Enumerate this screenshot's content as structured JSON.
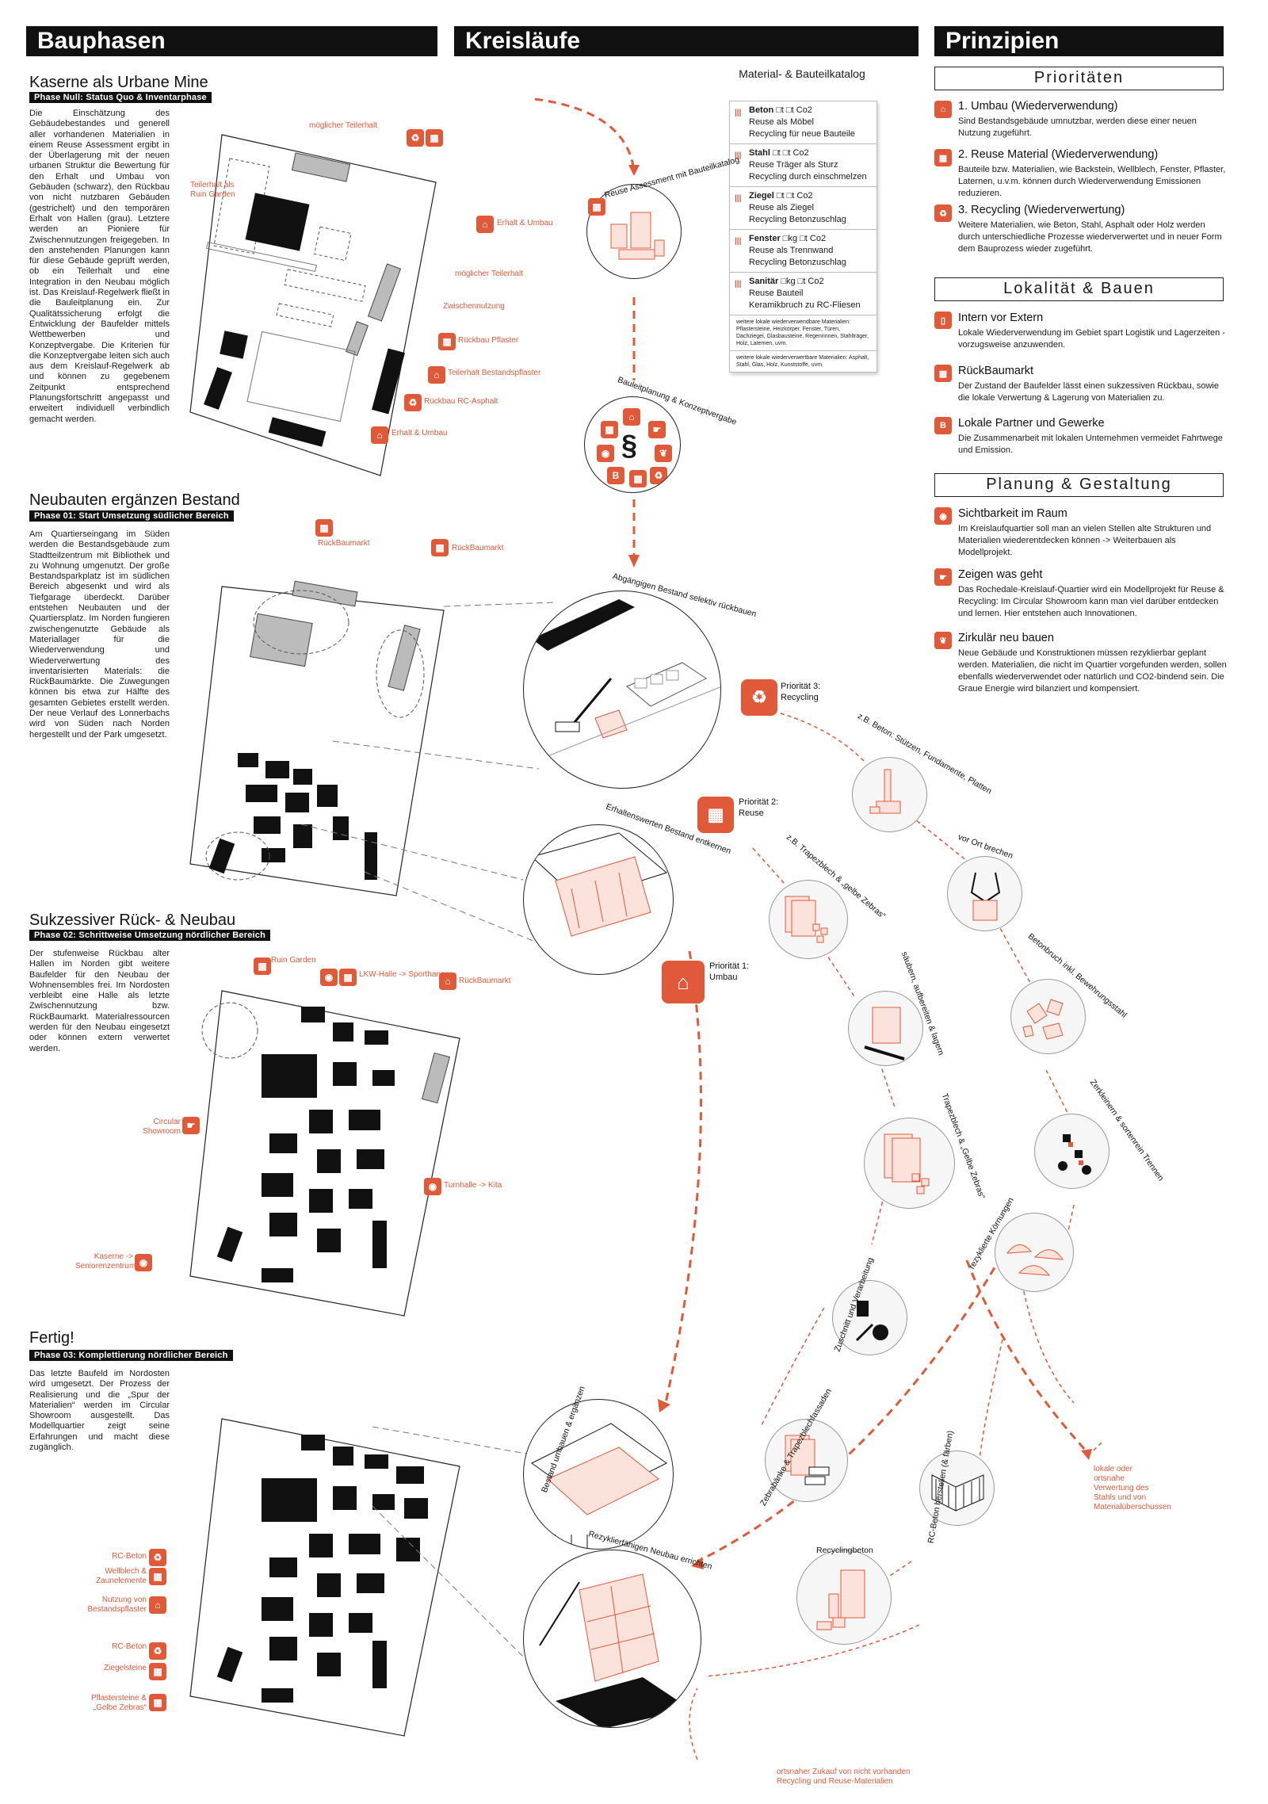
{
  "columns": {
    "bauphasen": "Bauphasen",
    "kreislaeufe": "Kreisläufe",
    "prinzipien": "Prinzipien"
  },
  "phases": [
    {
      "title": "Kaserne als Urbane Mine",
      "tag": "Phase Null: Status Quo & Inventarphase",
      "text": "Die Einschätzung des Gebäudebestandes und generell aller vorhandenen Materialien in einem Reuse Assessment ergibt in der Überlagerung mit der neuen urbanen Struktur die Bewertung für den Erhalt und Umbau von Gebäuden (schwarz), den Rückbau von nicht nutzbaren Gebäuden (gestrichelt) und den temporären Erhalt von Hallen (grau). Letztere werden an Pioniere für Zwischennutzungen freigegeben. In den anstehenden Planungen kann für diese Gebäude geprüft werden, ob ein Teilerhalt und eine Integration in den Neubau möglich ist. Das Kreislauf-Regelwerk fließt in die Bauleitplanung ein. Zur Qualitätssicherung erfolgt die Entwicklung der Baufelder mittels Wettbewerben und Konzeptvergabe. Die Kriterien für die Konzeptvergabe leiten sich auch aus dem Kreislauf-Regelwerk ab und können zu gegebenem Zeitpunkt entsprechend Planungsfortschritt angepasst und erweitert individuell verbindlich gemacht werden.",
      "labels": [
        "möglicher Teilerhalt",
        "Teilerhalt als Ruin Garden",
        "Erhalt & Umbau",
        "möglicher Teilerhalt",
        "Zwischennutzung",
        "Rückbau Pflaster",
        "Teilerhalt Bestandspflaster",
        "Rückbau RC-Asphalt",
        "Erhalt & Umbau"
      ]
    },
    {
      "title": "Neubauten ergänzen Bestand",
      "tag": "Phase 01: Start Umsetzung südlicher Bereich",
      "text": "Am Quartierseingang im Süden werden die Bestandsgebäude zum Stadtteilzentrum mit Bibliothek und zu Wohnung umgenutzt. Der große Bestandsparkplatz ist im südlichen Bereich abgesenkt und wird als Tiefgarage überdeckt. Darüber entstehen Neubauten und der Quartiersplatz. Im Norden fungieren zwischengenutzte Gebäude als Materiallager für die Wiederverwendung und Wiederverwertung des inventarisierten Materials: die RückBaumärkte. Die Zuwegungen können bis etwa zur Hälfte des gesamten Gebietes erstellt werden. Der neue Verlauf des Lonnerbachs wird von Süden nach Norden hergestellt und der Park umgesetzt.",
      "labels": [
        "RückBaumarkt",
        "RückBaumarkt"
      ]
    },
    {
      "title": "Sukzessiver Rück- & Neubau",
      "tag": "Phase 02: Schrittweise Umsetzung nördlicher Bereich",
      "text": "Der stufenweise Rückbau alter Hallen im Norden gibt weitere Baufelder für den Neubau der Wohnensembles frei. Im Nordosten verbleibt eine Halle als letzte Zwischennutzung bzw. RückBaumarkt. Materialressourcen werden für den Neubau eingesetzt oder können extern verwertet werden.",
      "labels": [
        "Ruin Garden",
        "LKW-Halle -> Sporthangar",
        "RückBaumarkt",
        "Circular Showroom",
        "Turnhalle -> Kita",
        "Kaserne -> Seniorenzentrum"
      ]
    },
    {
      "title": "Fertig!",
      "tag": "Phase 03: Komplettierung nördlicher Bereich",
      "text": "Das letzte Baufeld im Nordosten wird umgesetzt. Der Prozess der Realisierung und die „Spur der Materialien“ werden im Circular Showroom ausgestellt. Das Modellquartier zeigt seine Erfahrungen und macht diese zugänglich.",
      "labels": [
        "RC-Beton",
        "Wellblech & Zaunelemente",
        "Nutzung von Bestandspflaster",
        "RC-Beton",
        "Ziegelsteine",
        "Pflastersteine & „Gelbe Zebras“"
      ]
    }
  ],
  "catalog": {
    "title": "Material- & Bauteilkatalog",
    "entries": [
      {
        "name": "Beton",
        "unit": "t  □t Co2",
        "lines": [
          "Reuse als Möbel",
          "Recycling für neue Bauteile"
        ]
      },
      {
        "name": "Stahl",
        "unit": "t  □t Co2",
        "lines": [
          "Reuse Träger als Sturz",
          "Recycling durch einschmelzen"
        ]
      },
      {
        "name": "Ziegel",
        "unit": "t  □t Co2",
        "lines": [
          "Reuse als Ziegel",
          "Recycling Betonzuschlag"
        ]
      },
      {
        "name": "Fenster",
        "unit": "kg  □t Co2",
        "lines": [
          "Reuse als Trennwand",
          "Recycling Betonzuschlag"
        ]
      },
      {
        "name": "Sanitär",
        "unit": "kg  □t Co2",
        "lines": [
          "Reuse Bauteil",
          "Keramikbruch zu RC-Fliesen"
        ]
      }
    ],
    "reuse_note": "weitere lokale wiederverwendbare Materialien: Pflastersteine, Heizkörper, Fenster, Türen, Dachziegel, Glasbausteine, Regenrinnen, Stahlträger, Holz, Latemen, uvm.",
    "recycle_note": "weitere lokale wiederverwertbare Materialien: Asphalt, Stahl, Glas, Holz, Kunststoffe, uvm."
  },
  "cycle": {
    "circle_labels": [
      "Reuse Assessment mit Bauteilkatalog",
      "Bauleitplanung & Konzeptvergabe",
      "Abgängigen Bestand selektiv rückbauen",
      "Erhaltenswerten Bestand entkernen",
      "Bestand umbauen & ergänzen",
      "Rezyklierfähigen Neubau errichten"
    ],
    "priorities": [
      {
        "title": "Priorität 3:",
        "sub": "Recycling"
      },
      {
        "title": "Priorität 2:",
        "sub": "Reuse"
      },
      {
        "title": "Priorität 1:",
        "sub": "Umbau"
      }
    ],
    "recycling_steps": [
      "z.B. Beton: Stützen, Fundamente, Platten",
      "vor Ort brechen",
      "Betonbruch inkl. Bewehrungsstahl",
      "Zerkleinern & sortenrein Trennen",
      "rezyklierte Körnungen",
      "RC-Beton herstellen (& färben)",
      "Recyclingbeton"
    ],
    "reuse_steps": [
      "z.B. Trapezblech & „gelbe Zebras“",
      "säubern, aufbereiten & lagern",
      "Trapezblech & „Gelbe Zebras“",
      "Zuschnitt und Verarbeitung",
      "Zebrabänke & Trapezblechfassaden"
    ],
    "notes": {
      "steel": "lokale oder ortsnahe Verwertung des Stahls und von Materialüberschussen",
      "purchase": "ortsnaher Zukauf von nicht vorhanden Recycling und Reuse-Materialien"
    }
  },
  "principles": {
    "sections": [
      {
        "title": "Prioritäten",
        "items": [
          {
            "title": "1. Umbau (Wiederverwendung)",
            "text": "Sind Bestandsgebäude umnutzbar, werden diese einer neuen Nutzung zugeführt."
          },
          {
            "title": "2. Reuse Material (Wiederverwendung)",
            "text": "Bauteile bzw. Materialien, wie Backstein, Wellblech, Fenster, Pflaster, Laternen, u.v.m. können durch Wiederverwendung Emissionen reduzieren."
          },
          {
            "title": "3. Recycling (Wiederverwertung)",
            "text": "Weitere Materialien, wie Beton, Stahl, Asphalt oder Holz werden durch unterschiedliche Prozesse wiederverwertet und in neuer Form dem Bauprozess wieder zugeführt."
          }
        ]
      },
      {
        "title": "Lokalität & Bauen",
        "items": [
          {
            "title": "Intern vor Extern",
            "text": "Lokale Wiederverwendung im Gebiet spart Logistik und Lagerzeiten - vorzugsweise anzuwenden."
          },
          {
            "title": "RückBaumarkt",
            "text": "Der Zustand der Baufelder lässt einen sukzessiven Rückbau, sowie die lokale Verwertung & Lagerung von Materialien zu."
          },
          {
            "title": "Lokale Partner und Gewerke",
            "text": "Die Zusammenarbeit mit lokalen Unternehmen vermeidet Fahrtwege und Emission."
          }
        ]
      },
      {
        "title": "Planung & Gestaltung",
        "items": [
          {
            "title": "Sichtbarkeit im Raum",
            "text": "Im Kreislaufquartier soll man an vielen Stellen alte Strukturen und Materialien wiederentdecken können -> Weiterbauen als Modellprojekt."
          },
          {
            "title": "Zeigen was geht",
            "text": "Das Rochedale-Kreislauf-Quartier wird ein Modellprojekt für Reuse & Recycling: Im Circular Showroom kann man viel darüber entdecken und lernen. Hier entstehen auch Innovationen."
          },
          {
            "title": "Zirkulär neu bauen",
            "text": "Neue Gebäude und Konstruktionen müssen rezyklierbar geplant werden. Materialien, die nicht im Quartier vorgefunden werden, sollen ebenfalls wiederverwendet oder natürlich und CO2-bindend sein. Die Graue Energie wird bilanziert und kompensiert."
          }
        ]
      }
    ]
  },
  "colors": {
    "accent": "#e05a3a",
    "dark": "#111111"
  }
}
